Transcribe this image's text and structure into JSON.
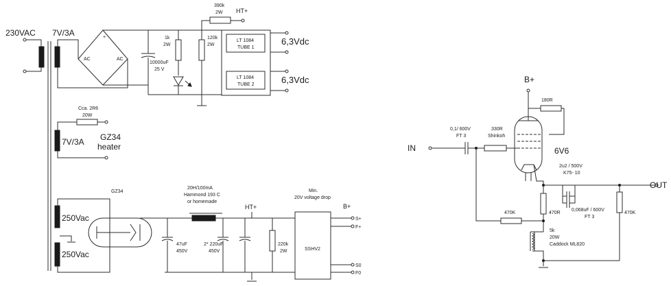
{
  "power_supply": {
    "mains_label": "230VAC",
    "secondary_7v_label": "7V/3A",
    "bridge_ac_left": "AC",
    "bridge_ac_right": "AC",
    "cap_10000": "10000uF",
    "cap_10000_v": "25 V",
    "r_1k": "1k",
    "r_1k_w": "2W",
    "r_390k": "390k",
    "r_390k_w": "2W",
    "r_120k": "120k",
    "r_120k_w": "2W",
    "ht_plus_top": "HT+",
    "reg1_line1": "LT 1084",
    "reg1_line2": "TUBE 1",
    "reg2_line1": "LT 1084",
    "reg2_line2": "TUBE 2",
    "out1_label": "6,3Vdc",
    "out2_label": "6,3Vdc",
    "heater_r": "Cca. 2R6",
    "heater_r_w": "20W",
    "heater_winding": "7V/3A",
    "gz34_heater_line1": "GZ34",
    "gz34_heater_line2": "heater",
    "gz34_tube": "GZ34",
    "hv_winding_1": "250Vac",
    "hv_winding_2": "250Vac",
    "choke_line1": "20H/100mA",
    "choke_line2": "Hammond 193 C",
    "choke_line3": "or homemade",
    "cap_47u": "47uF",
    "cap_47u_v": "450V",
    "cap_220u": "2* 220uF",
    "cap_220u_v": "450V",
    "ht_plus_bottom": "HT+",
    "r_220k": "220k",
    "r_220k_w": "2W",
    "sshv_note1": "Min.",
    "sshv_note2": "20V voltage drop",
    "sshv_label": "SSHV2",
    "b_plus_left": "B+",
    "pin_s_plus": "S+",
    "pin_f_plus": "F+",
    "pin_s0": "S0",
    "pin_f0": "F0"
  },
  "amplifier": {
    "b_plus": "B+",
    "r_180": "180R",
    "in_label": "IN",
    "cap_in_line1": "0,1/ 600V",
    "cap_in_line2": "FT 3",
    "r_330_line1": "330R",
    "r_330_line2": "Shinkoh",
    "tube_label": "6V6",
    "cap_2u2_line1": "2u2 / 500V",
    "cap_2u2_line2": "K75- 10",
    "out_label": "OUT",
    "r_470r": "470R",
    "cap_068_line1": "0,068uF / 600V",
    "cap_068_line2": "FT 3",
    "r_470k_left": "470K",
    "r_470k_right": "470K",
    "r_5k_line1": "5k",
    "r_5k_line2": "20W",
    "r_5k_line3": "Caddock ML820"
  }
}
